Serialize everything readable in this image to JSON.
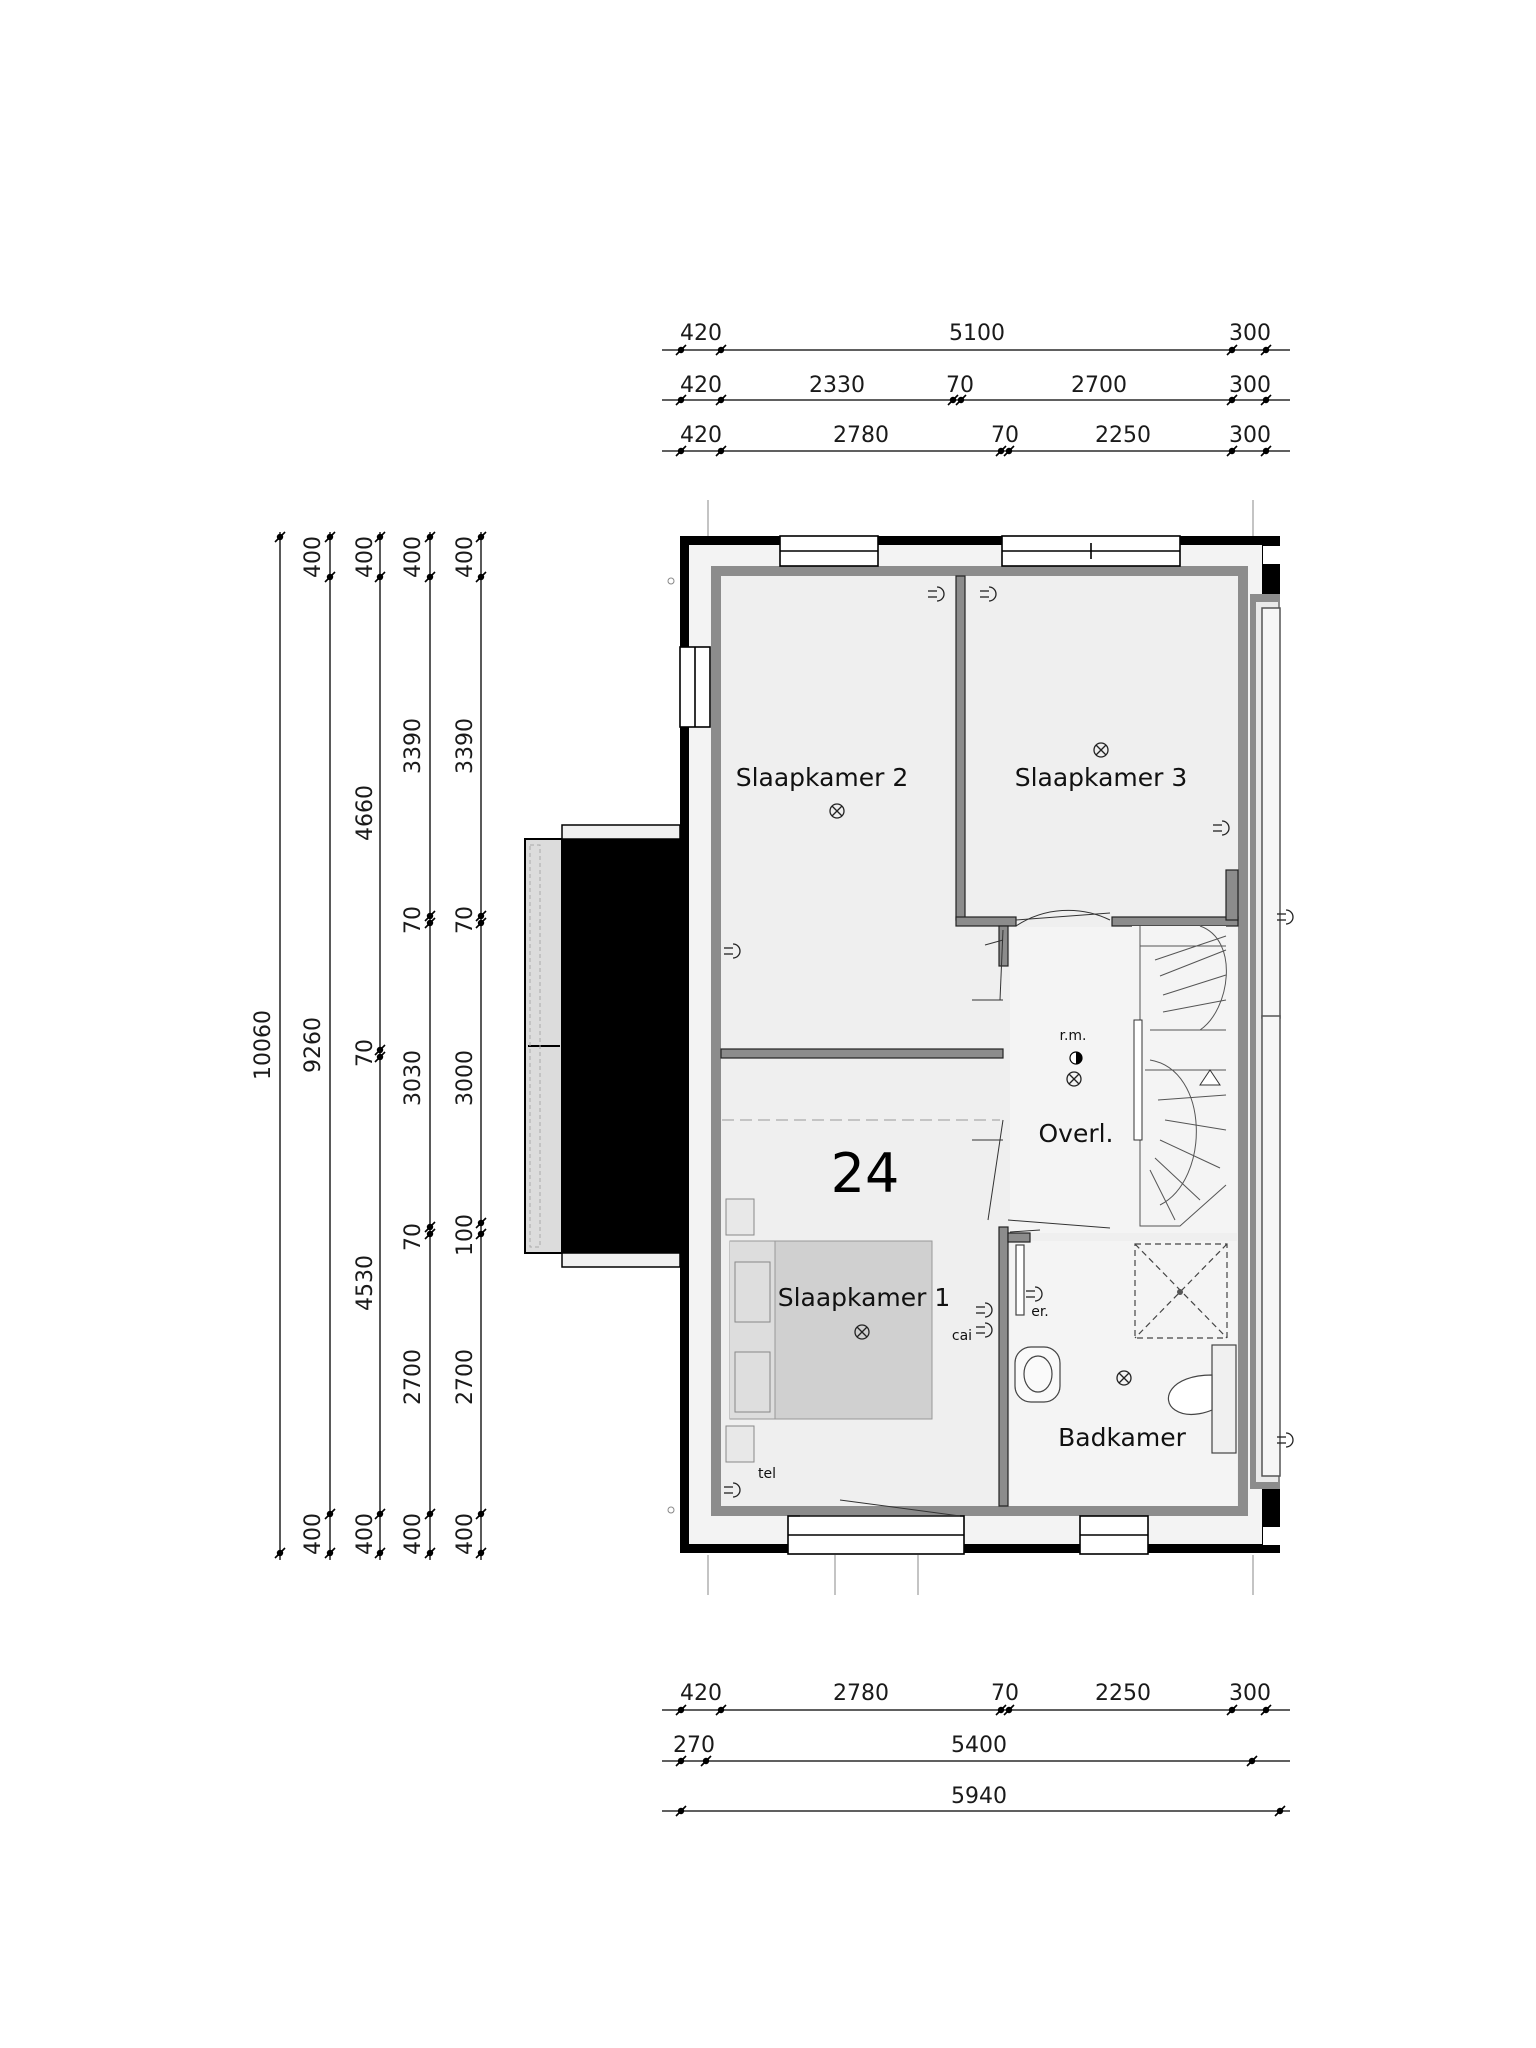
{
  "plan": {
    "unit_number": "24",
    "rooms": {
      "slaapkamer1": "Slaapkamer 1",
      "slaapkamer2": "Slaapkamer 2",
      "slaapkamer3": "Slaapkamer 3",
      "overloop": "Overl.",
      "badkamer": "Badkamer"
    },
    "labels": {
      "rm": "r.m.",
      "cai": "cai",
      "tel": "tel",
      "er": "er."
    }
  },
  "dimensions": {
    "top": [
      [
        "420",
        "5100",
        "300"
      ],
      [
        "420",
        "2330",
        "70",
        "2700",
        "300"
      ],
      [
        "420",
        "2780",
        "70",
        "2250",
        "300"
      ]
    ],
    "bottom": [
      [
        "420",
        "2780",
        "70",
        "2250",
        "300"
      ],
      [
        "270",
        "5400"
      ],
      [
        "5940"
      ]
    ],
    "left": [
      [
        "10060"
      ],
      [
        "400",
        "9260",
        "400"
      ],
      [
        "400",
        "4660",
        "70",
        "4530",
        "400"
      ],
      [
        "400",
        "3390",
        "70",
        "3030",
        "70",
        "2700",
        "400"
      ],
      [
        "400",
        "3390",
        "70",
        "3000",
        "100",
        "2700",
        "400"
      ]
    ]
  }
}
